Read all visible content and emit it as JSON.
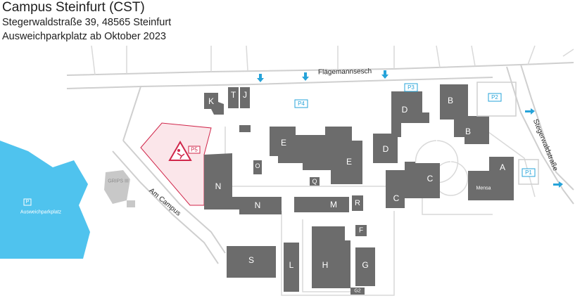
{
  "header": {
    "title": "Campus Steinfurt (CST)",
    "address": "Stegerwaldstraße 39, 48565 Steinfurt",
    "notice": "Ausweichparkplatz ab Oktober 2023"
  },
  "streets": {
    "flaegemannsesch": "Flägemannsesch",
    "am_campus": "Am Campus",
    "stegerwaldstrasse": "Stegerwaldstraße"
  },
  "buildings": {
    "A": "A",
    "B": "B",
    "B2": "B",
    "C": "C",
    "C2": "C",
    "D": "D",
    "D2": "D",
    "E": "E",
    "E2": "E",
    "F": "F",
    "G": "G",
    "H": "H",
    "J": "J",
    "K": "K",
    "L": "L",
    "M": "M",
    "N": "N",
    "N2": "N",
    "O": "O",
    "Q": "Q",
    "R": "R",
    "S": "S",
    "T": "T",
    "G2": "G2",
    "mensa": "Mensa",
    "grips": "GRIPS III"
  },
  "parking": {
    "P1": "P1",
    "P2": "P2",
    "P3": "P3",
    "P4": "P4",
    "P5": "P5",
    "ausweich_icon": "P",
    "ausweich_label": "Ausweichparkplatz"
  },
  "colors": {
    "building": "#6c6c6c",
    "parking_accent": "#26a3d9",
    "ausweich_fill": "#4fc3ee",
    "construction": "#d0264a",
    "construction_fill": "#fbe6ea",
    "road": "#cfcfcf"
  },
  "icons": {
    "construction": "construction-worker-icon",
    "entrance_arrow": "arrow-icon"
  }
}
